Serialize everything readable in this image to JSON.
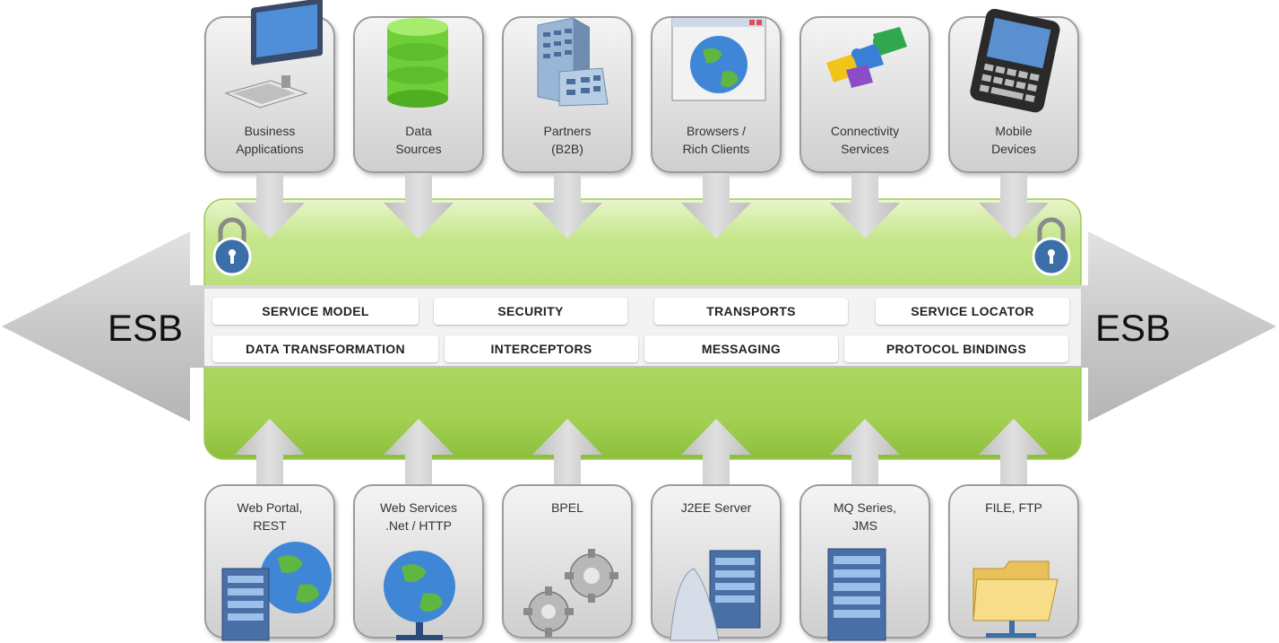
{
  "esb": {
    "left_label": "ESB",
    "right_label": "ESB"
  },
  "capabilities": {
    "row1": [
      "SERVICE MODEL",
      "SECURITY",
      "TRANSPORTS",
      "SERVICE LOCATOR"
    ],
    "row2": [
      "DATA TRANSFORMATION",
      "INTERCEPTORS",
      "MESSAGING",
      "PROTOCOL BINDINGS"
    ]
  },
  "consumers": [
    {
      "label": "Business\nApplications",
      "icon": "desktop-computer-icon"
    },
    {
      "label": "Data\nSources",
      "icon": "database-icon"
    },
    {
      "label": "Partners\n(B2B)",
      "icon": "office-building-icon"
    },
    {
      "label": "Browsers /\nRich Clients",
      "icon": "browser-globe-icon"
    },
    {
      "label": "Connectivity\nServices",
      "icon": "puzzle-pieces-icon"
    },
    {
      "label": "Mobile\nDevices",
      "icon": "mobile-device-icon"
    }
  ],
  "providers": [
    {
      "label": "Web Portal,\nREST",
      "icon": "server-globe-icon"
    },
    {
      "label": "Web Services\n.Net / HTTP",
      "icon": "network-globe-icon"
    },
    {
      "label": "BPEL",
      "icon": "gears-icon"
    },
    {
      "label": "J2EE Server",
      "icon": "j2ee-server-icon"
    },
    {
      "label": "MQ Series,\nJMS",
      "icon": "server-rack-icon"
    },
    {
      "label": "FILE, FTP",
      "icon": "folder-network-icon"
    }
  ],
  "colors": {
    "bus_green": "#a9d65e",
    "arrow_gray": "#c8c8c8",
    "lock_blue": "#3a6fa8"
  }
}
